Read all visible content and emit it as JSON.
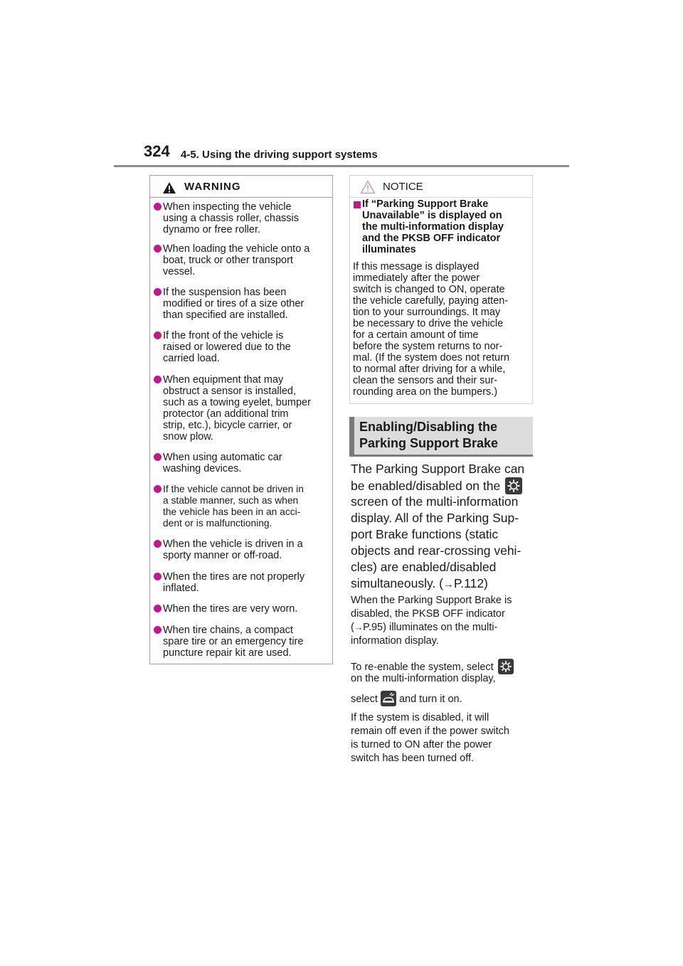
{
  "header": {
    "page_number": "324",
    "section_title": "4-5. Using the driving support systems"
  },
  "warning": {
    "title": "WARNING",
    "items": [
      "When inspecting the vehicle\nusing a chassis roller, chassis\ndynamo or free roller.",
      "When loading the vehicle onto a\nboat, truck or other transport\nvessel.",
      "If the suspension has been\nmodified or tires of a size other\nthan specified are installed.",
      "If the front of the vehicle is\nraised or lowered due to the\ncarried load.",
      "When equipment that may\nobstruct a sensor is installed,\nsuch as a towing eyelet, bumper\nprotector (an additional trim\nstrip, etc.), bicycle carrier, or\nsnow plow.",
      "When using automatic car\nwashing devices.",
      "If the vehicle cannot be driven in\na stable manner, such as when\nthe vehicle has been in an acci-\ndent or is malfunctioning.",
      "When the vehicle is driven in a\nsporty manner or off-road.",
      "When the tires are not properly\ninflated.",
      "When the tires are very worn.",
      "When tire chains, a compact\nspare tire or an emergency tire\npuncture repair kit are used."
    ]
  },
  "notice": {
    "title": "NOTICE",
    "subheading": "If “Parking Support Brake\nUnavailable” is displayed on\nthe multi-information display\nand the PKSB OFF indicator\nilluminates",
    "body": "If this message is displayed\nimmediately after the power\nswitch is changed to ON, operate\nthe vehicle carefully, paying atten-\ntion to your surroundings. It may\nbe necessary to drive the vehicle\nfor a certain amount of time\nbefore the system returns to nor-\nmal. (If the system does not return\nto normal after driving for a while,\nclean the sensors and their sur-\nrounding area on the bumpers.)"
  },
  "enable_section": {
    "heading": "Enabling/Disabling the\nParking Support Brake",
    "para_line1": "The Parking Support Brake can",
    "para_line2": "be enabled/disabled on the",
    "para_line3": "screen of the multi-information",
    "para_line4": "display. All of the Parking Sup-",
    "para_line5": "port Brake functions (static",
    "para_line6": "objects and rear-crossing vehi-",
    "para_line7": "cles) are enabled/disabled",
    "para_line8a": "simultaneously. (",
    "para_line8_ref": "P.112)",
    "note1_line1": "When the Parking Support Brake is",
    "note1_line2": "disabled, the PKSB OFF indicator",
    "note1_line3a": "(",
    "note1_line3_ref": "P.95) illuminates on the multi-",
    "note1_line4": "information display.",
    "note2_line1": "To re-enable the system, select",
    "note2_line2": "on the multi-information display,",
    "note2_line3a": "select",
    "note2_line3b": "and turn it on.",
    "note3_line1": "If the system is disabled, it will",
    "note3_line2": "remain off even if the power switch",
    "note3_line3": "is turned to ON after the power",
    "note3_line4": "switch has been turned off.",
    "arrow_glyph": "→"
  },
  "colors": {
    "warning_accent": "#c2188e",
    "warning_border": "#d18ac8",
    "heading_bg": "#dcdcdc",
    "heading_bar": "#7a7a7a"
  },
  "icons": {
    "settings": "gear-icon",
    "parking_support": "car-sensor-icon",
    "warning": "warning-triangle-icon",
    "notice": "notice-triangle-icon"
  }
}
